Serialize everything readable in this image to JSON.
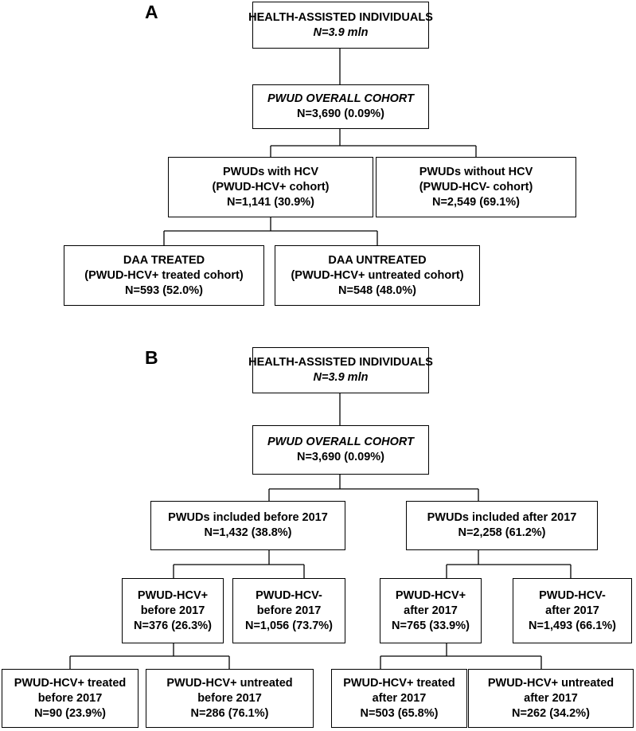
{
  "panels": {
    "a": "A",
    "b": "B"
  },
  "a": {
    "health": {
      "line1": "HEALTH-ASSISTED INDIVIDUALS",
      "line2": "N=3.9 mln"
    },
    "overall": {
      "line1": "PWUD OVERALL COHORT",
      "line2": "N=3,690 (0.09%)"
    },
    "with_hcv": {
      "line1": "PWUDs with HCV",
      "line2": "(PWUD-HCV+ cohort)",
      "line3": "N=1,141 (30.9%)"
    },
    "without_hcv": {
      "line1": "PWUDs without HCV",
      "line2": "(PWUD-HCV- cohort)",
      "line3": "N=2,549 (69.1%)"
    },
    "treated": {
      "line1": "DAA TREATED",
      "line2": "(PWUD-HCV+ treated cohort)",
      "line3": "N=593 (52.0%)"
    },
    "untreated": {
      "line1": "DAA UNTREATED",
      "line2": "(PWUD-HCV+ untreated cohort)",
      "line3": "N=548 (48.0%)"
    }
  },
  "b": {
    "health": {
      "line1": "HEALTH-ASSISTED INDIVIDUALS",
      "line2": "N=3.9 mln"
    },
    "overall": {
      "line1": "PWUD OVERALL COHORT",
      "line2": "N=3,690 (0.09%)"
    },
    "before": {
      "line1": "PWUDs included before 2017",
      "line2": "N=1,432 (38.8%)"
    },
    "after": {
      "line1": "PWUDs included after 2017",
      "line2": "N=2,258 (61.2%)"
    },
    "hcvpos_before": {
      "line1": "PWUD-HCV+",
      "line2": "before 2017",
      "line3": "N=376 (26.3%)"
    },
    "hcvneg_before": {
      "line1": "PWUD-HCV-",
      "line2": "before 2017",
      "line3": "N=1,056 (73.7%)"
    },
    "hcvpos_after": {
      "line1": "PWUD-HCV+",
      "line2": "after 2017",
      "line3": "N=765 (33.9%)"
    },
    "hcvneg_after": {
      "line1": "PWUD-HCV-",
      "line2": "after 2017",
      "line3": "N=1,493 (66.1%)"
    },
    "treated_before": {
      "line1": "PWUD-HCV+ treated",
      "line2": "before 2017",
      "line3": "N=90 (23.9%)"
    },
    "untreated_before": {
      "line1": "PWUD-HCV+ untreated",
      "line2": "before 2017",
      "line3": "N=286 (76.1%)"
    },
    "treated_after": {
      "line1": "PWUD-HCV+ treated",
      "line2": "after 2017",
      "line3": "N=503 (65.8%)"
    },
    "untreated_after": {
      "line1": "PWUD-HCV+ untreated",
      "line2": "after 2017",
      "line3": "N=262 (34.2%)"
    }
  }
}
